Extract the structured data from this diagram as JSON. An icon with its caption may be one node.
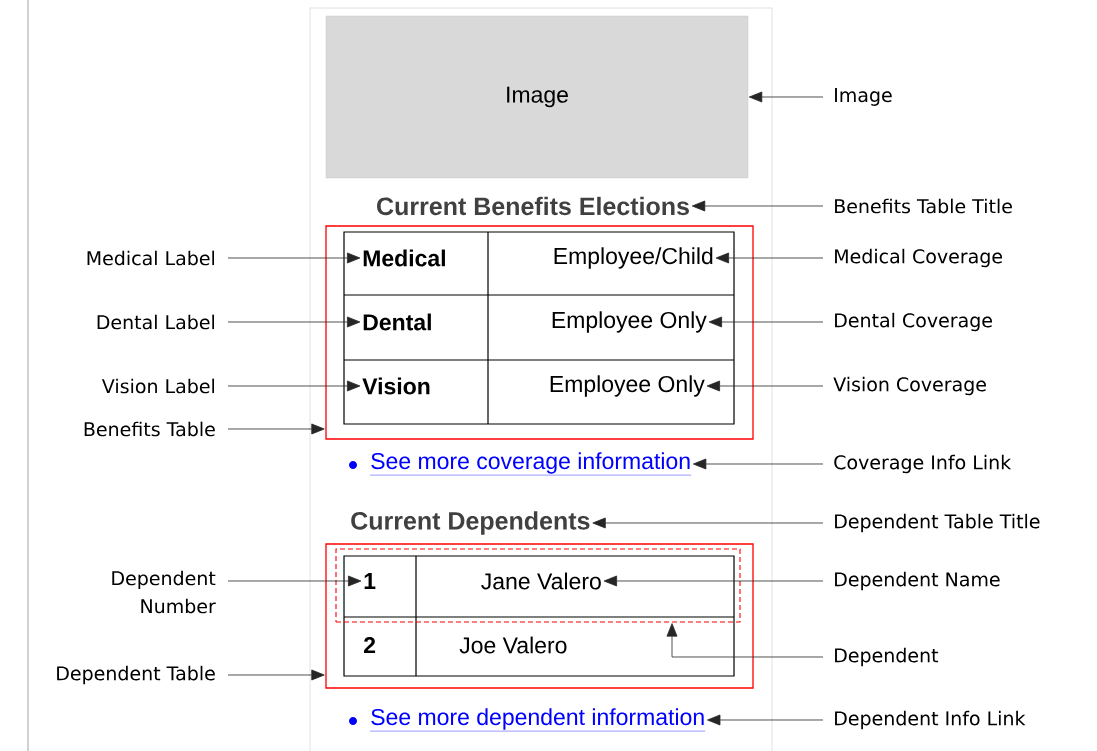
{
  "diagram": {
    "nodes": [
      {
        "text": [
          "Image"
        ]
      },
      {
        "text": [
          "Image"
        ]
      },
      {
        "text": [
          "Current Benefits Elections"
        ]
      },
      {
        "text": [
          "Benefits Table Title"
        ]
      },
      {
        "text": [],
        "shape": "box"
      },
      {
        "text": [
          "Medical"
        ],
        "in": 4
      },
      {
        "text": [
          "Employee/Child"
        ],
        "in": 4
      },
      {
        "text": [
          "Dental"
        ],
        "in": 4
      },
      {
        "text": [
          "Employee Only"
        ],
        "in": 4
      },
      {
        "text": [
          "Vision"
        ],
        "in": 4
      },
      {
        "text": [
          "Employee Only"
        ],
        "in": 4
      },
      {
        "text": [
          "Medical Label"
        ]
      },
      {
        "text": [
          "Medical Coverage"
        ]
      },
      {
        "text": [
          "Dental Label"
        ]
      },
      {
        "text": [
          "Dental Coverage"
        ]
      },
      {
        "text": [
          "Vision Label"
        ]
      },
      {
        "text": [
          "Vision Coverage"
        ]
      },
      {
        "text": [
          "Benefits Table"
        ]
      },
      {
        "text": [
          "See more coverage information"
        ]
      },
      {
        "text": [
          "Coverage Info Link"
        ]
      },
      {
        "text": [
          "Current Dependents"
        ]
      },
      {
        "text": [
          "Dependent Table Title"
        ]
      },
      {
        "text": [],
        "shape": "box"
      },
      {
        "text": [],
        "shape": "box",
        "in": 22
      },
      {
        "text": [
          "1"
        ],
        "in": 23
      },
      {
        "text": [
          "Jane Valero"
        ],
        "in": 23
      },
      {
        "text": [
          "2"
        ],
        "in": 22
      },
      {
        "text": [
          "Joe Valero"
        ],
        "in": 22
      },
      {
        "text": [
          "Dependent Number"
        ]
      },
      {
        "text": [
          "Dependent Name"
        ]
      },
      {
        "text": [
          "Dependent"
        ]
      },
      {
        "text": [
          "Dependent Table"
        ]
      },
      {
        "text": [
          "See more dependent information"
        ]
      },
      {
        "text": [
          "Dependent Info Link"
        ]
      }
    ],
    "edges": [
      {
        "from": 1,
        "to": 0,
        "arrow": "to"
      },
      {
        "from": 3,
        "to": 2,
        "arrow": "to"
      },
      {
        "from": 11,
        "to": 5,
        "arrow": "to"
      },
      {
        "from": 12,
        "to": 6,
        "arrow": "to"
      },
      {
        "from": 13,
        "to": 7,
        "arrow": "to"
      },
      {
        "from": 14,
        "to": 8,
        "arrow": "to"
      },
      {
        "from": 15,
        "to": 9,
        "arrow": "to"
      },
      {
        "from": 16,
        "to": 10,
        "arrow": "to"
      },
      {
        "from": 17,
        "to": 4,
        "arrow": "to"
      },
      {
        "from": 19,
        "to": 18,
        "arrow": "to"
      },
      {
        "from": 21,
        "to": 20,
        "arrow": "to"
      },
      {
        "from": 28,
        "to": 24,
        "arrow": "to"
      },
      {
        "from": 29,
        "to": 25,
        "arrow": "to"
      },
      {
        "from": 30,
        "to": 23,
        "arrow": "to"
      },
      {
        "from": 31,
        "to": 22,
        "arrow": "to"
      },
      {
        "from": 33,
        "to": 32,
        "arrow": "to"
      }
    ]
  }
}
